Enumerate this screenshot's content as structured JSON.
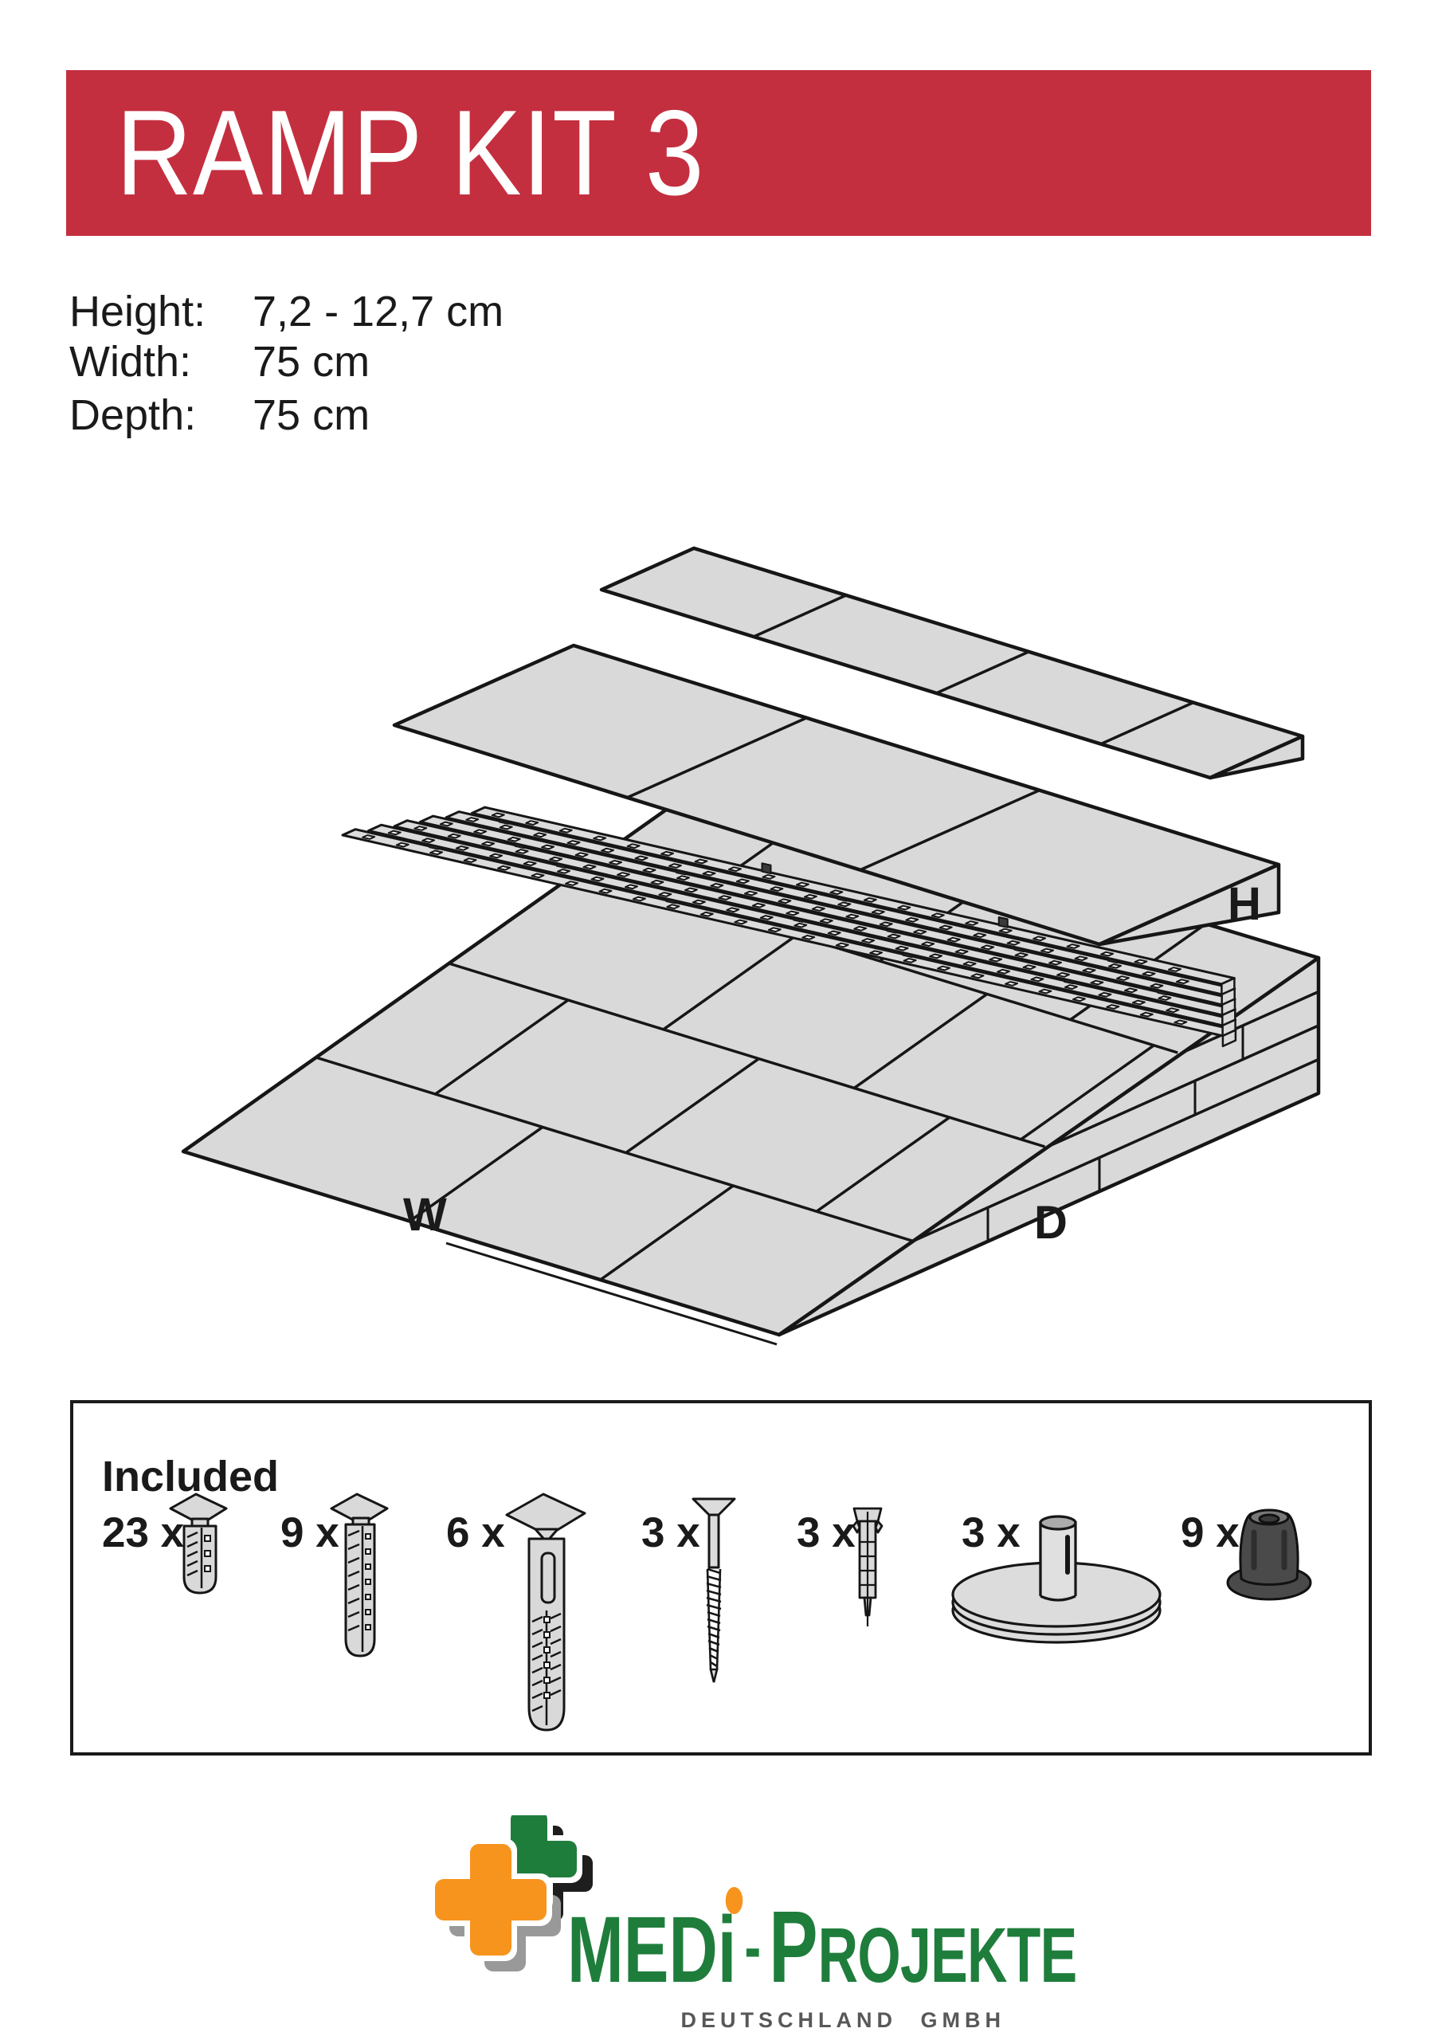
{
  "banner": {
    "title": "RAMP KIT 3",
    "bg": "#C42F3F",
    "fg": "#ffffff"
  },
  "specs": {
    "rows": [
      {
        "label": "Height:",
        "value": "7,2 - 12,7 cm"
      },
      {
        "label": "Width:",
        "value": "75 cm"
      },
      {
        "label": "Depth:",
        "value": "75 cm"
      }
    ]
  },
  "diagram": {
    "labels": {
      "w": "W",
      "d": "D",
      "h": "H"
    },
    "fill": "#D9D9D9",
    "stroke": "#161616"
  },
  "included": {
    "title": "Included",
    "items": [
      {
        "count": "23 x",
        "part": "small-connector-pin"
      },
      {
        "count": "9 x",
        "part": "medium-connector-pin"
      },
      {
        "count": "6 x",
        "part": "large-connector-pin"
      },
      {
        "count": "3 x",
        "part": "floor-screw"
      },
      {
        "count": "3 x",
        "part": "wall-plug"
      },
      {
        "count": "3 x",
        "part": "base-disc"
      },
      {
        "count": "9 x",
        "part": "cap-plug"
      }
    ]
  },
  "logo": {
    "brand": "MEDi",
    "separator": "-",
    "secondary_initial": "P",
    "secondary_rest": "ROJEKTE",
    "subtitle": "DEUTSCHLAND GMBH",
    "green": "#1F7D3C",
    "orange": "#F7941E"
  }
}
